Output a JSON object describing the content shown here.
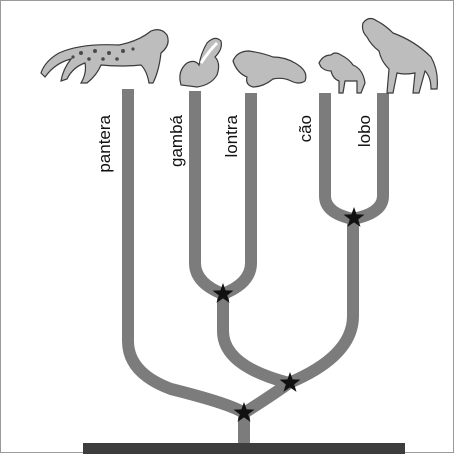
{
  "taxa": [
    {
      "id": "pantera",
      "label": "pantera"
    },
    {
      "id": "gamba",
      "label": "gambá"
    },
    {
      "id": "lontra",
      "label": "lontra"
    },
    {
      "id": "cao",
      "label": "cão"
    },
    {
      "id": "lobo",
      "label": "lobo"
    }
  ],
  "icons": [
    "panther-icon",
    "skunk-icon",
    "otter-icon",
    "dog-icon",
    "wolf-icon"
  ],
  "colors": {
    "branch": "#7c7c7c",
    "base": "#3d3d3d",
    "star": "#111111"
  }
}
